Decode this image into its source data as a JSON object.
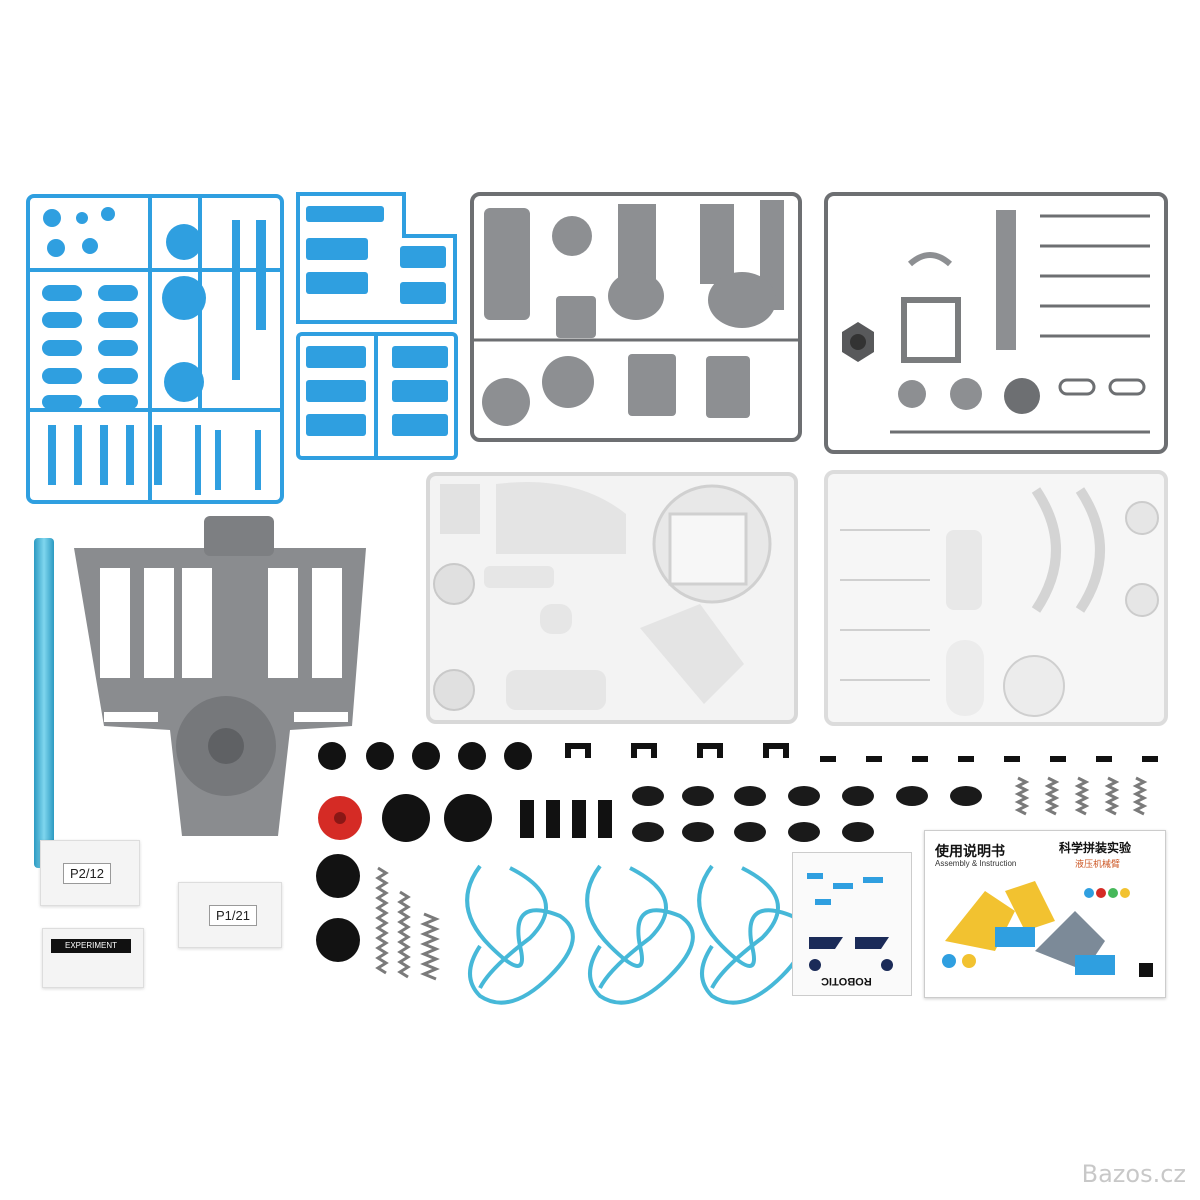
{
  "bags": {
    "bag1_label": "P2/12",
    "bag2_label": "P1/21",
    "small_pack_text": "EXPERIMENT"
  },
  "sticker_sheet": {
    "brand": "ROBOTIC"
  },
  "manual": {
    "title_cn": "使用说明书",
    "subtitle": "Assembly & Instruction",
    "right_title_cn": "科学拼装实验",
    "right_subtitle_cn": "液压机械臂"
  },
  "watermark": {
    "text": "Bazos.cz"
  },
  "colors": {
    "blue_plastic": "#2f9fe0",
    "grey_plastic": "#8d8f92",
    "white_plastic": "#f3f3f3",
    "tube": "#46b8d8",
    "accent_red": "#d52b25"
  }
}
